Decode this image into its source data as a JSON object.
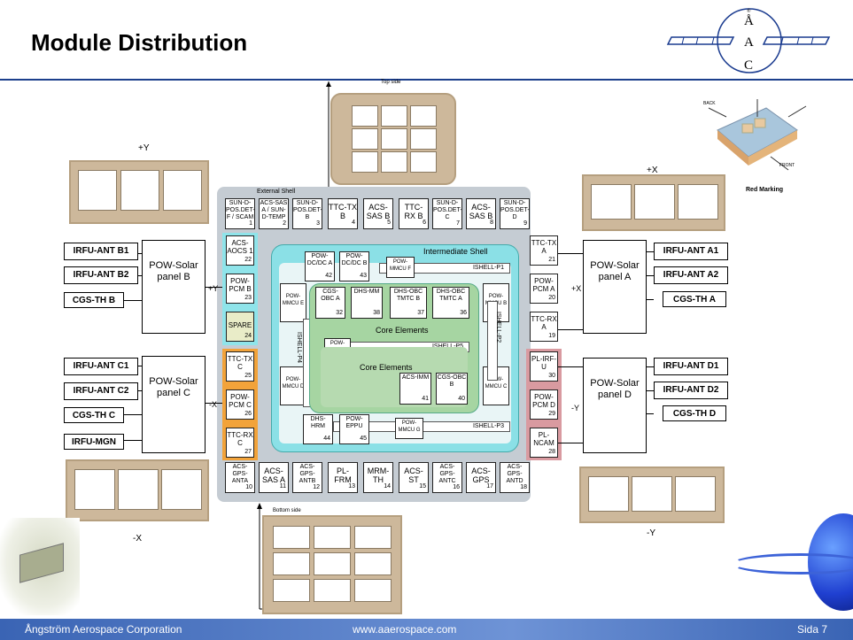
{
  "title": "Module Distribution",
  "logo": {
    "letters": [
      "Å",
      "A",
      "C"
    ],
    "registered": "®"
  },
  "footer": {
    "company": "Ångström Aerospace Corporation",
    "website": "www.aaerospace.com",
    "page": "Sida 7"
  },
  "top_panel_label": "Top side",
  "bottom_panel_label": "Bottom side",
  "side_labels": {
    "plus_y": "+Y",
    "plus_x": "+X",
    "minus_x": "-X",
    "minus_y": "-Y"
  },
  "shell_labels": {
    "external": "External Shell",
    "intermediate": "Intermediate Shell",
    "core1": "Core Elements",
    "core2": "Core Elements"
  },
  "sat_labels": {
    "red_marking": "Red Marking",
    "front": "FRONT",
    "back": "BACK"
  },
  "top_row": [
    {
      "t": "SUN-D-POS.DET-F / SCAM",
      "n": "1"
    },
    {
      "t": "ACS-SAS A / SUN-D-TEMP",
      "n": "2"
    },
    {
      "t": "SUN-D-POS.DET-B",
      "n": "3"
    },
    {
      "t": "TTC-TX B",
      "n": "4"
    },
    {
      "t": "ACS-SAS B",
      "n": "5"
    },
    {
      "t": "TTC-RX B",
      "n": "6"
    },
    {
      "t": "SUN-D-POS.DET-C",
      "n": "7"
    },
    {
      "t": "ACS-SAS B",
      "n": "8"
    },
    {
      "t": "SUN-D-POS.DET-D",
      "n": "9"
    }
  ],
  "bottom_row": [
    {
      "t": "ACS-GPS-ANTA",
      "n": "10"
    },
    {
      "t": "ACS-SAS A",
      "n": "11"
    },
    {
      "t": "ACS-GPS-ANTB",
      "n": "12"
    },
    {
      "t": "PL-FRM",
      "n": "13"
    },
    {
      "t": "MRM-TH",
      "n": "14"
    },
    {
      "t": "ACS-ST",
      "n": "15"
    },
    {
      "t": "ACS-GPS-ANTC",
      "n": "16"
    },
    {
      "t": "ACS-GPS",
      "n": "17"
    },
    {
      "t": "ACS-GPS-ANTD",
      "n": "18"
    }
  ],
  "left_col": [
    {
      "t": "ACS-AOCS 1",
      "n": "22"
    },
    {
      "t": "POW-PCM B",
      "n": "23"
    },
    {
      "t": "SPARE",
      "n": "24"
    },
    {
      "t": "TTC-TX C",
      "n": "25"
    },
    {
      "t": "POW-PCM C",
      "n": "26"
    },
    {
      "t": "TTC-RX C",
      "n": "27"
    }
  ],
  "right_col": [
    {
      "t": "TTC-TX A",
      "n": "21"
    },
    {
      "t": "POW-PCM A",
      "n": "20"
    },
    {
      "t": "TTC-RX A",
      "n": "19"
    },
    {
      "t": "PL-IRF-U",
      "n": "30"
    },
    {
      "t": "POW-PCM D",
      "n": "29"
    },
    {
      "t": "PL-NCAM",
      "n": "28"
    }
  ],
  "inner": {
    "pow_dc_a": {
      "t": "POW-DC/DC A",
      "n": "42"
    },
    "pow_dc_b": {
      "t": "POW-DC/DC B",
      "n": "43"
    },
    "pow_mmcu_top": "POW-MMCU F",
    "cgs_obc_a": {
      "t": "CGS-OBC A",
      "n": "32"
    },
    "dhs_mm": {
      "t": "DHS-MM",
      "n": "38"
    },
    "dhs_obc_b": {
      "t": "DHS-OBC TMTC B",
      "n": "37"
    },
    "dhs_obc_a": {
      "t": "DHS-OBC TMTC A",
      "n": "36"
    },
    "pow_mmcu_e": "POW-MMCU E",
    "pow_mmcu_b": "POW-MMCU B",
    "pow_mmcu_a": "POW-MMCU A",
    "pow_mmcu_d": "POW-MMCU D",
    "pow_mmcu_c": "POW-MMCU C",
    "acs_imm": {
      "t": "ACS-IMM",
      "n": "41"
    },
    "cgs_obc_b": {
      "t": "CGS-OBC B",
      "n": "40"
    },
    "dhs_hrm": {
      "t": "DHS-HRM",
      "n": "44"
    },
    "pow_eppu": {
      "t": "POW-EPPU",
      "n": "45"
    },
    "pow_mmcu_bottom": "POW-MMCU G",
    "ishell_p1": "ISHELL-P1",
    "ishell_p2": "ISHELL-P2",
    "ishell_p3": "ISHELL-P3",
    "ishell_p4": "ISHELL-P4",
    "ishell_p5": "ISHELL-P5"
  },
  "solar_panels": {
    "b": "POW-Solar panel B",
    "c": "POW-Solar panel C",
    "a": "POW-Solar panel A",
    "d": "POW-Solar panel D"
  },
  "left_ants": [
    "IRFU-ANT B1",
    "IRFU-ANT B2",
    "CGS-TH B",
    "IRFU-ANT C1",
    "IRFU-ANT C2",
    "CGS-TH C",
    "IRFU-MGN"
  ],
  "right_ants": [
    "IRFU-ANT A1",
    "IRFU-ANT A2",
    "CGS-TH A",
    "IRFU-ANT D1",
    "IRFU-ANT D2",
    "CGS-TH D"
  ],
  "colors": {
    "external": "#c5ccd3",
    "intermediate": "#8be0e6",
    "core": "#a6d5a2",
    "left_cyan": "#8fe4ea",
    "left_orange": "#f2a33a",
    "right_pink": "#d99aa0",
    "footer": "#3a64b4"
  }
}
